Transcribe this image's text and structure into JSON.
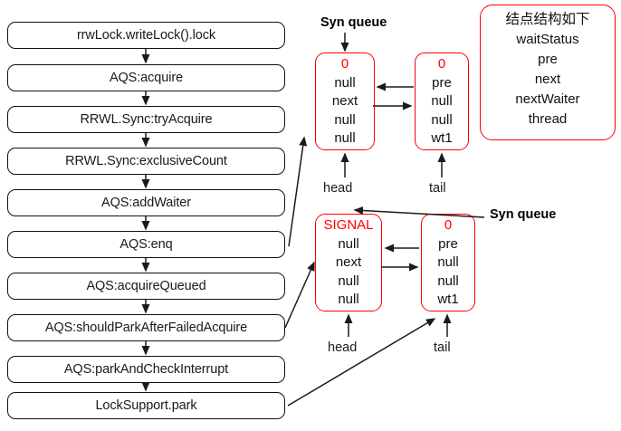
{
  "flowchart": {
    "steps": [
      {
        "label": "rrwLock.writeLock().lock"
      },
      {
        "label": "AQS:acquire"
      },
      {
        "label": "RRWL.Sync:tryAcquire"
      },
      {
        "label": "RRWL.Sync:exclusiveCount"
      },
      {
        "label": "AQS:addWaiter"
      },
      {
        "label": "AQS:enq"
      },
      {
        "label": "AQS:acquireQueued"
      },
      {
        "label": "AQS:shouldParkAfterFailedAcquire"
      },
      {
        "label": "AQS:parkAndCheckInterrupt"
      },
      {
        "label": "LockSupport.park"
      }
    ]
  },
  "queues": [
    {
      "title": "Syn queue",
      "head_label": "head",
      "tail_label": "tail",
      "head_node": {
        "waitStatus": "0",
        "fields": [
          "null",
          "next",
          "null",
          "null"
        ]
      },
      "tail_node": {
        "waitStatus": "0",
        "fields": [
          "pre",
          "null",
          "null",
          "wt1"
        ]
      }
    },
    {
      "title": "Syn queue",
      "head_label": "head",
      "tail_label": "tail",
      "head_node": {
        "waitStatus": "SIGNAL",
        "fields": [
          "null",
          "next",
          "null",
          "null"
        ]
      },
      "tail_node": {
        "waitStatus": "0",
        "fields": [
          "pre",
          "null",
          "null",
          "wt1"
        ]
      }
    }
  ],
  "legend": {
    "title": "结点结构如下",
    "fields": [
      "waitStatus",
      "pre",
      "next",
      "nextWaiter",
      "thread"
    ]
  },
  "colors": {
    "node_border": "#ff0000",
    "wait_status_text": "#ff0000",
    "flow_border": "#111111",
    "text": "#1a1a1a",
    "arrow": "#1a1a1a"
  }
}
